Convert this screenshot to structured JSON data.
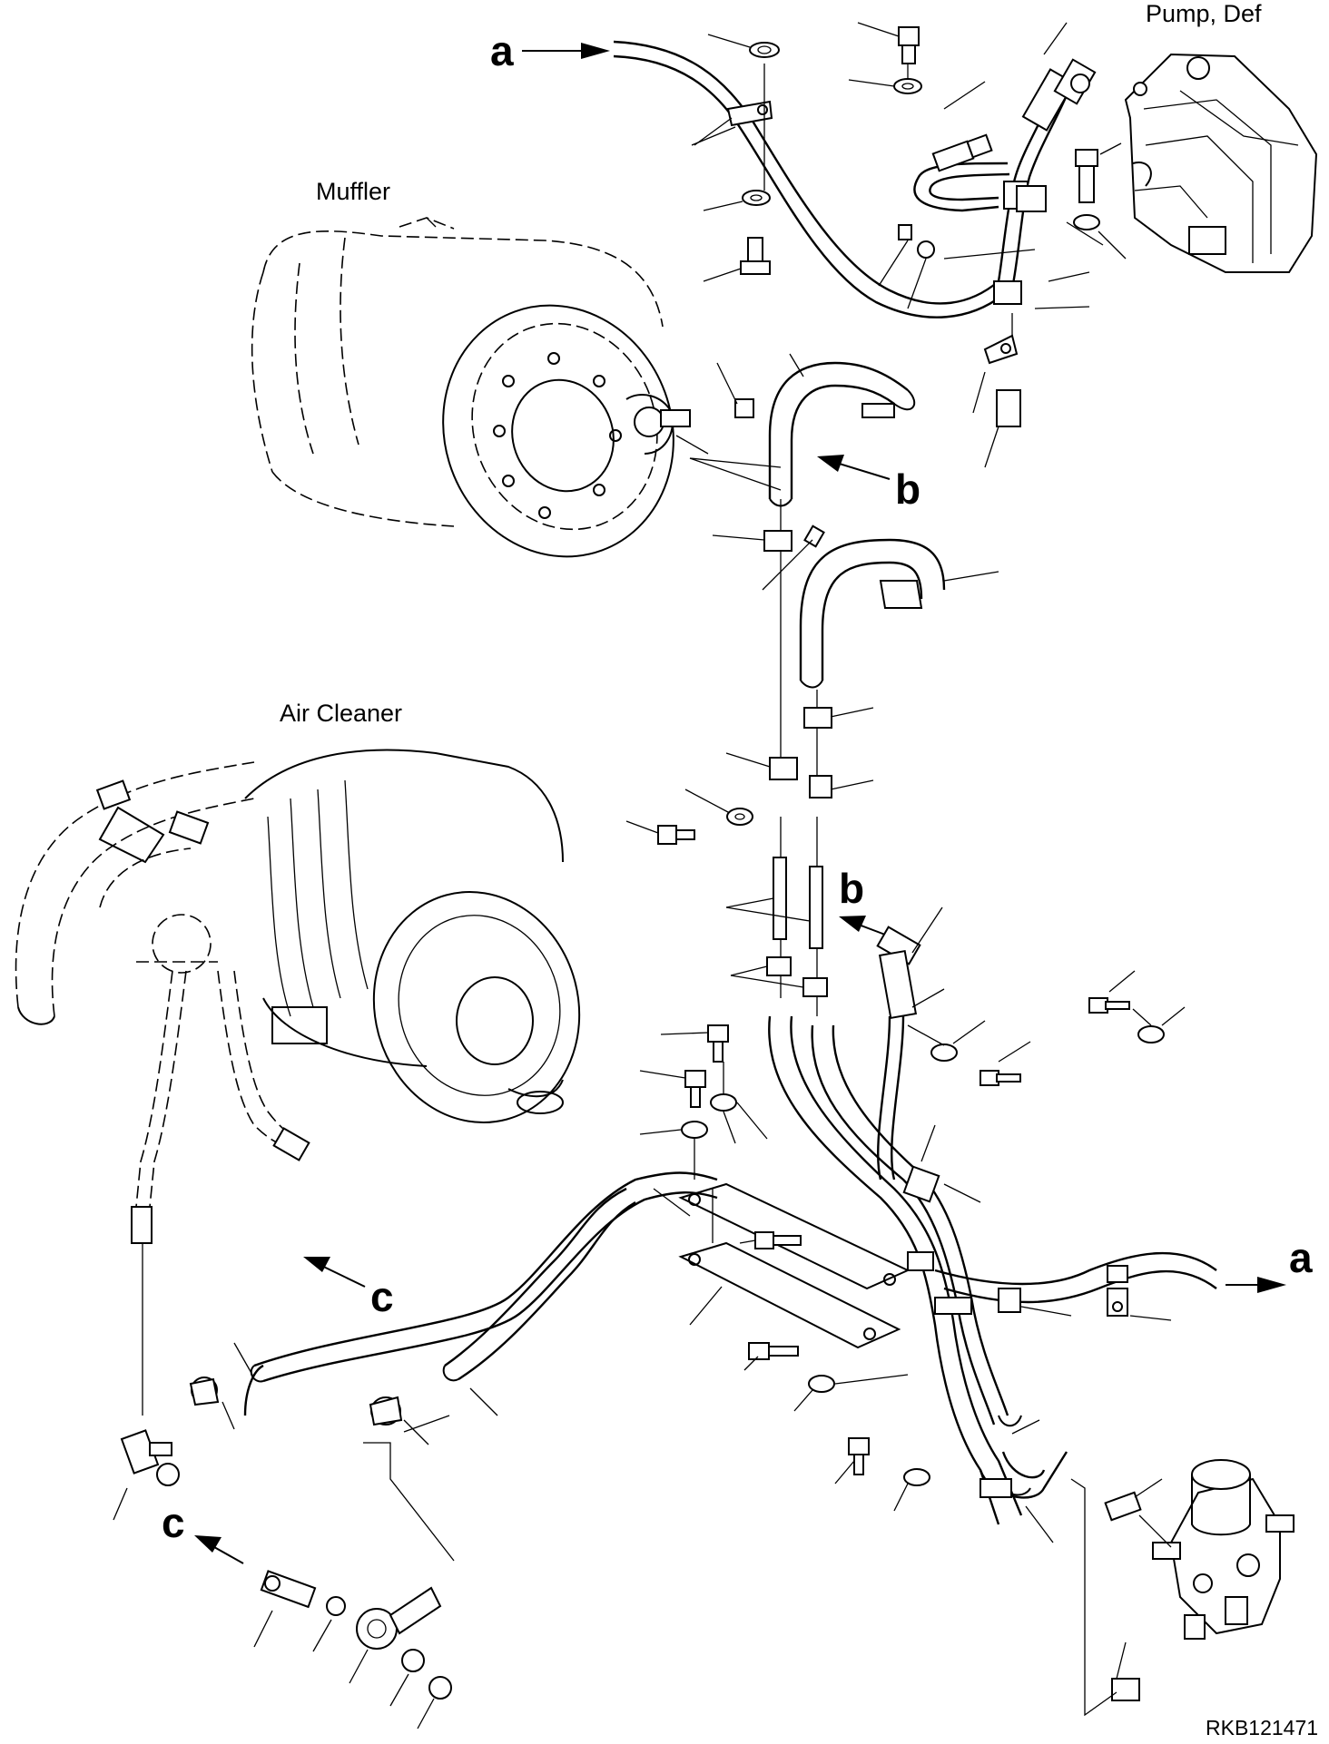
{
  "labels": {
    "pump_def": "Pump, Def",
    "muffler": "Muffler",
    "air_cleaner": "Air Cleaner",
    "a": "a",
    "b": "b",
    "c": "c"
  },
  "drawing_code": "RKB121471"
}
